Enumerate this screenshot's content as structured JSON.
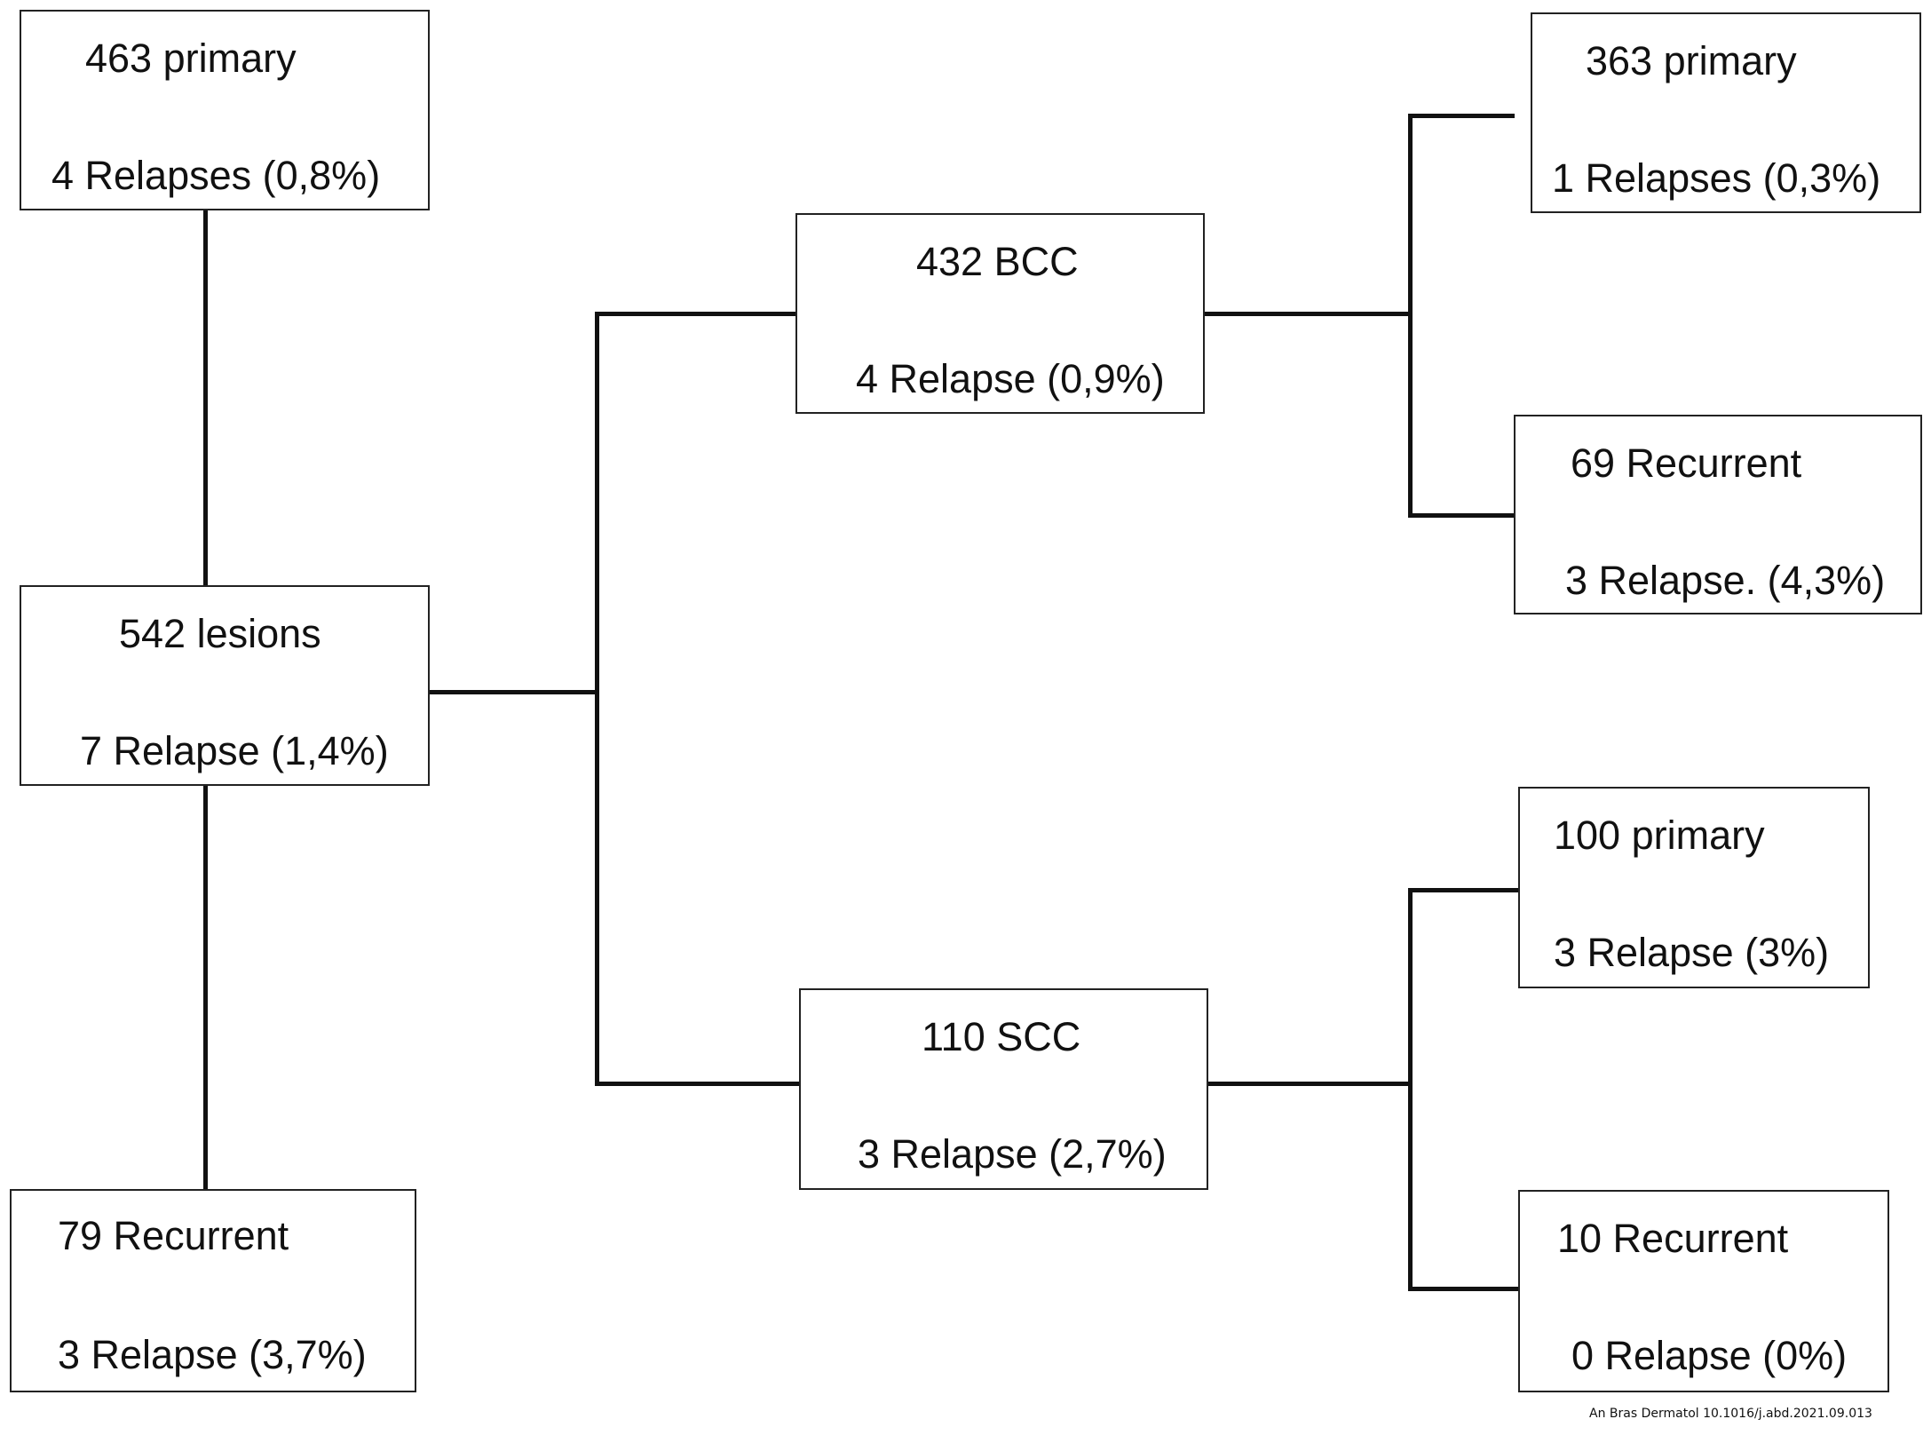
{
  "nodes": {
    "overall_primary": {
      "line1": "463 primary",
      "line2": "4 Relapses (0,8%)"
    },
    "total": {
      "line1": "542 lesions",
      "line2": "7 Relapse (1,4%)"
    },
    "overall_recurrent": {
      "line1": "79 Recurrent",
      "line2": "3 Relapse  (3,7%)"
    },
    "bcc": {
      "line1": "432 BCC",
      "line2": "4 Relapse (0,9%)"
    },
    "scc": {
      "line1": "110 SCC",
      "line2": "3 Relapse (2,7%)"
    },
    "bcc_primary": {
      "line1": "363 primary",
      "line2": "1 Relapses (0,3%)"
    },
    "bcc_recurrent": {
      "line1": "69 Recurrent",
      "line2": "3 Relapse. (4,3%)"
    },
    "scc_primary": {
      "line1": "100 primary",
      "line2": "3 Relapse  (3%)"
    },
    "scc_recurrent": {
      "line1": "10 Recurrent",
      "line2": "0 Relapse  (0%)"
    }
  },
  "credit": "An Bras Dermatol 10.1016/j.abd.2021.09.013"
}
